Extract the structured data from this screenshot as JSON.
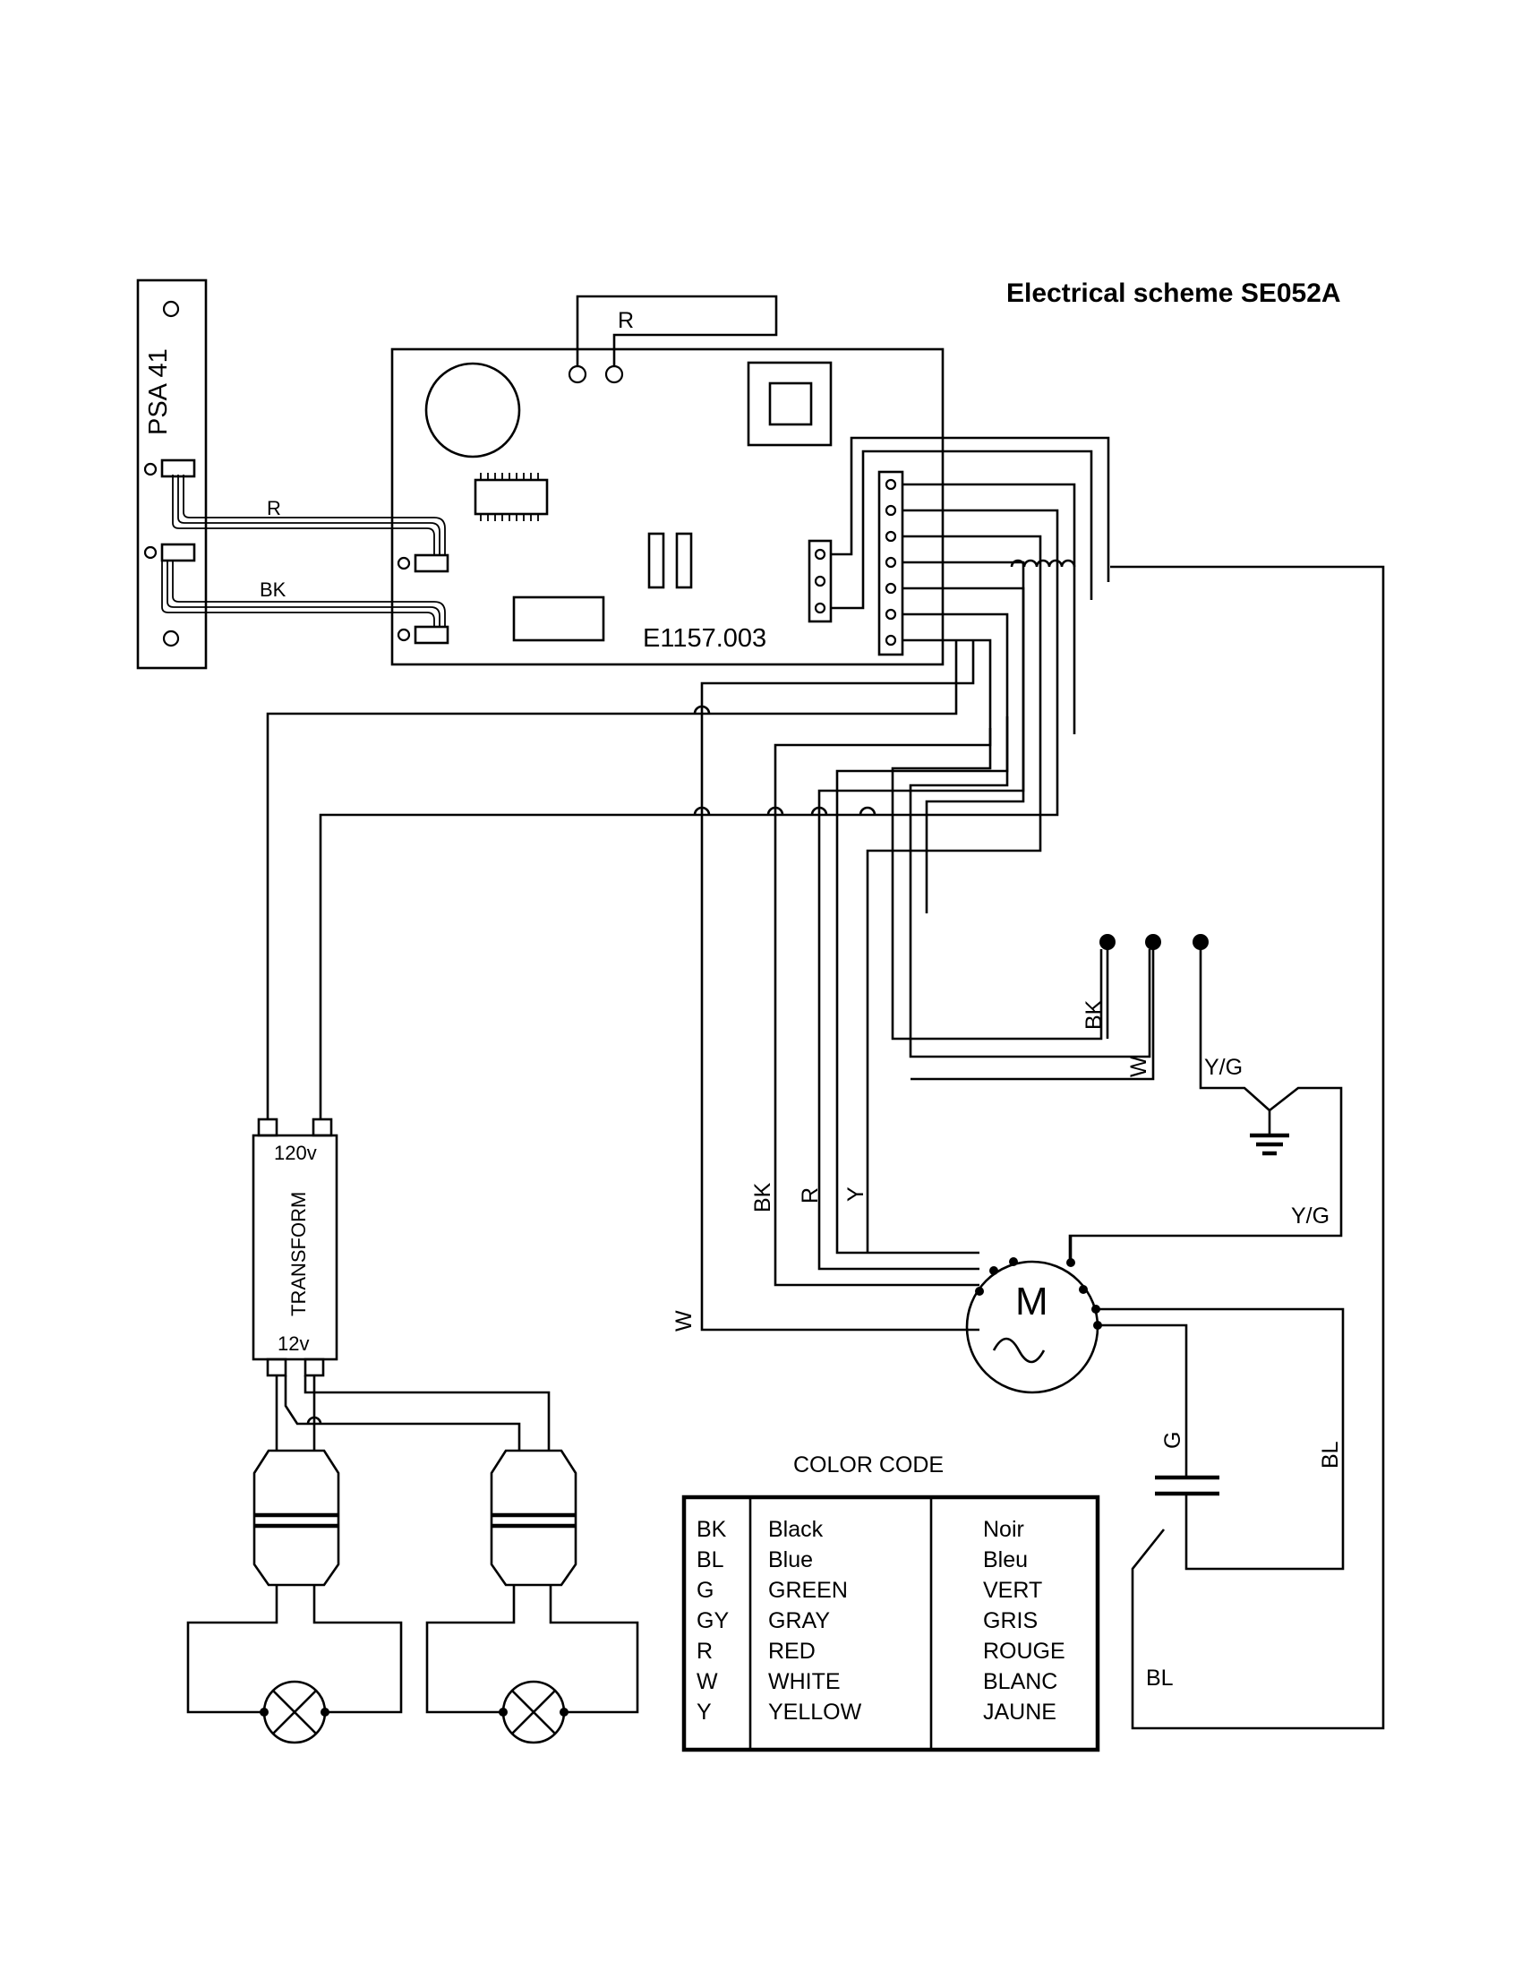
{
  "title": "Electrical scheme SE052A",
  "components": {
    "control_panel": "PSA 41",
    "main_board": "E1157.003",
    "transformer": "TRANSFORM",
    "transformer_primary": "120v",
    "transformer_secondary": "12v",
    "motor": "M"
  },
  "wire_labels": {
    "board_top": "R",
    "ribbon_r": "R",
    "ribbon_bk": "BK",
    "power_bk": "BK",
    "power_w": "W",
    "ground_yg": "Y/G",
    "motor_yg": "Y/G",
    "motor_bk": "BK",
    "motor_r": "R",
    "motor_y": "Y",
    "motor_w": "W",
    "capacitor_g": "G",
    "motor_bl_right": "BL",
    "capacitor_bl": "BL"
  },
  "color_code": {
    "heading": "COLOR CODE",
    "rows": [
      {
        "code": "BK",
        "english": "Black",
        "french": "Noir"
      },
      {
        "code": "BL",
        "english": "Blue",
        "french": "Bleu"
      },
      {
        "code": "G",
        "english": "GREEN",
        "french": "VERT"
      },
      {
        "code": "GY",
        "english": "GRAY",
        "french": "GRIS"
      },
      {
        "code": "R",
        "english": "RED",
        "french": "ROUGE"
      },
      {
        "code": "W",
        "english": "WHITE",
        "french": "BLANC"
      },
      {
        "code": "Y",
        "english": "YELLOW",
        "french": "JAUNE"
      }
    ]
  }
}
